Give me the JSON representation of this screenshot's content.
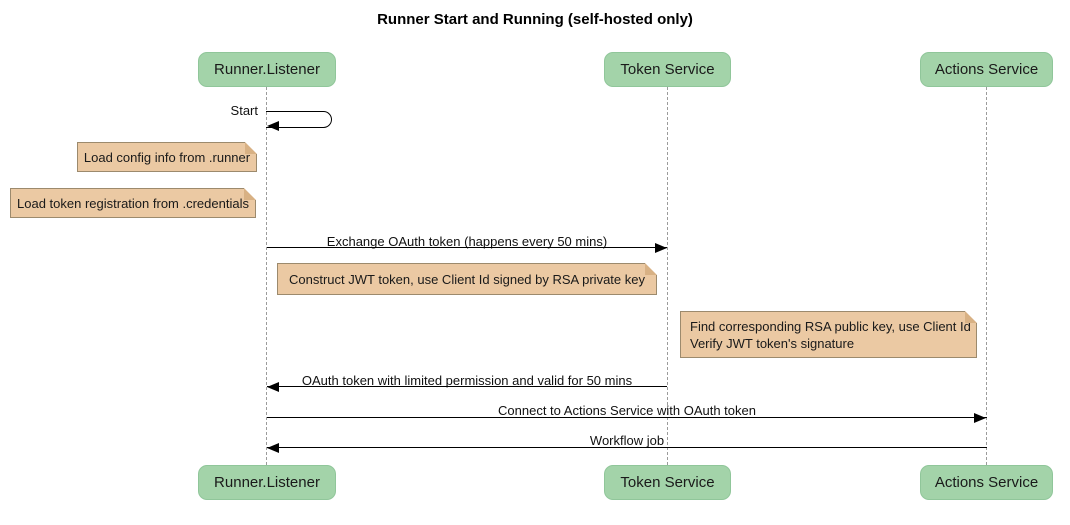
{
  "title": "Runner Start and Running (self-hosted only)",
  "diagram_type": "sequence-diagram",
  "colors": {
    "background": "#ffffff",
    "actor_fill": "#a3d3a9",
    "actor_border": "#90c69a",
    "note_fill": "#ebc9a3",
    "note_border": "#9c8a6d",
    "lifeline": "#9b9b9b",
    "message_line": "#000000",
    "text": "#111111"
  },
  "actors": [
    {
      "id": "runner-listener",
      "label": "Runner.Listener"
    },
    {
      "id": "token-service",
      "label": "Token Service"
    },
    {
      "id": "actions-service",
      "label": "Actions Service"
    }
  ],
  "messages": [
    {
      "label": "Start",
      "from": "runner-listener",
      "to": "runner-listener",
      "type": "self"
    },
    {
      "label": "Exchange OAuth token (happens every 50 mins)",
      "from": "runner-listener",
      "to": "token-service",
      "type": "solid-arrow"
    },
    {
      "label": "OAuth token with limited permission and valid for 50 mins",
      "from": "token-service",
      "to": "runner-listener",
      "type": "solid-arrow"
    },
    {
      "label": "Connect to Actions Service with OAuth token",
      "from": "runner-listener",
      "to": "actions-service",
      "type": "solid-arrow"
    },
    {
      "label": "Workflow job",
      "from": "actions-service",
      "to": "runner-listener",
      "type": "solid-arrow"
    }
  ],
  "notes": [
    {
      "text": "Load config info from .runner",
      "position": "left of runner-listener"
    },
    {
      "text": "Load token registration from .credentials",
      "position": "left of runner-listener"
    },
    {
      "text": "Construct JWT token, use Client Id signed by RSA private key",
      "position": "over runner-listener to token-service"
    },
    {
      "text": "Find corresponding RSA public key, use Client Id\nVerify JWT token's signature",
      "position": "right of token-service"
    }
  ]
}
